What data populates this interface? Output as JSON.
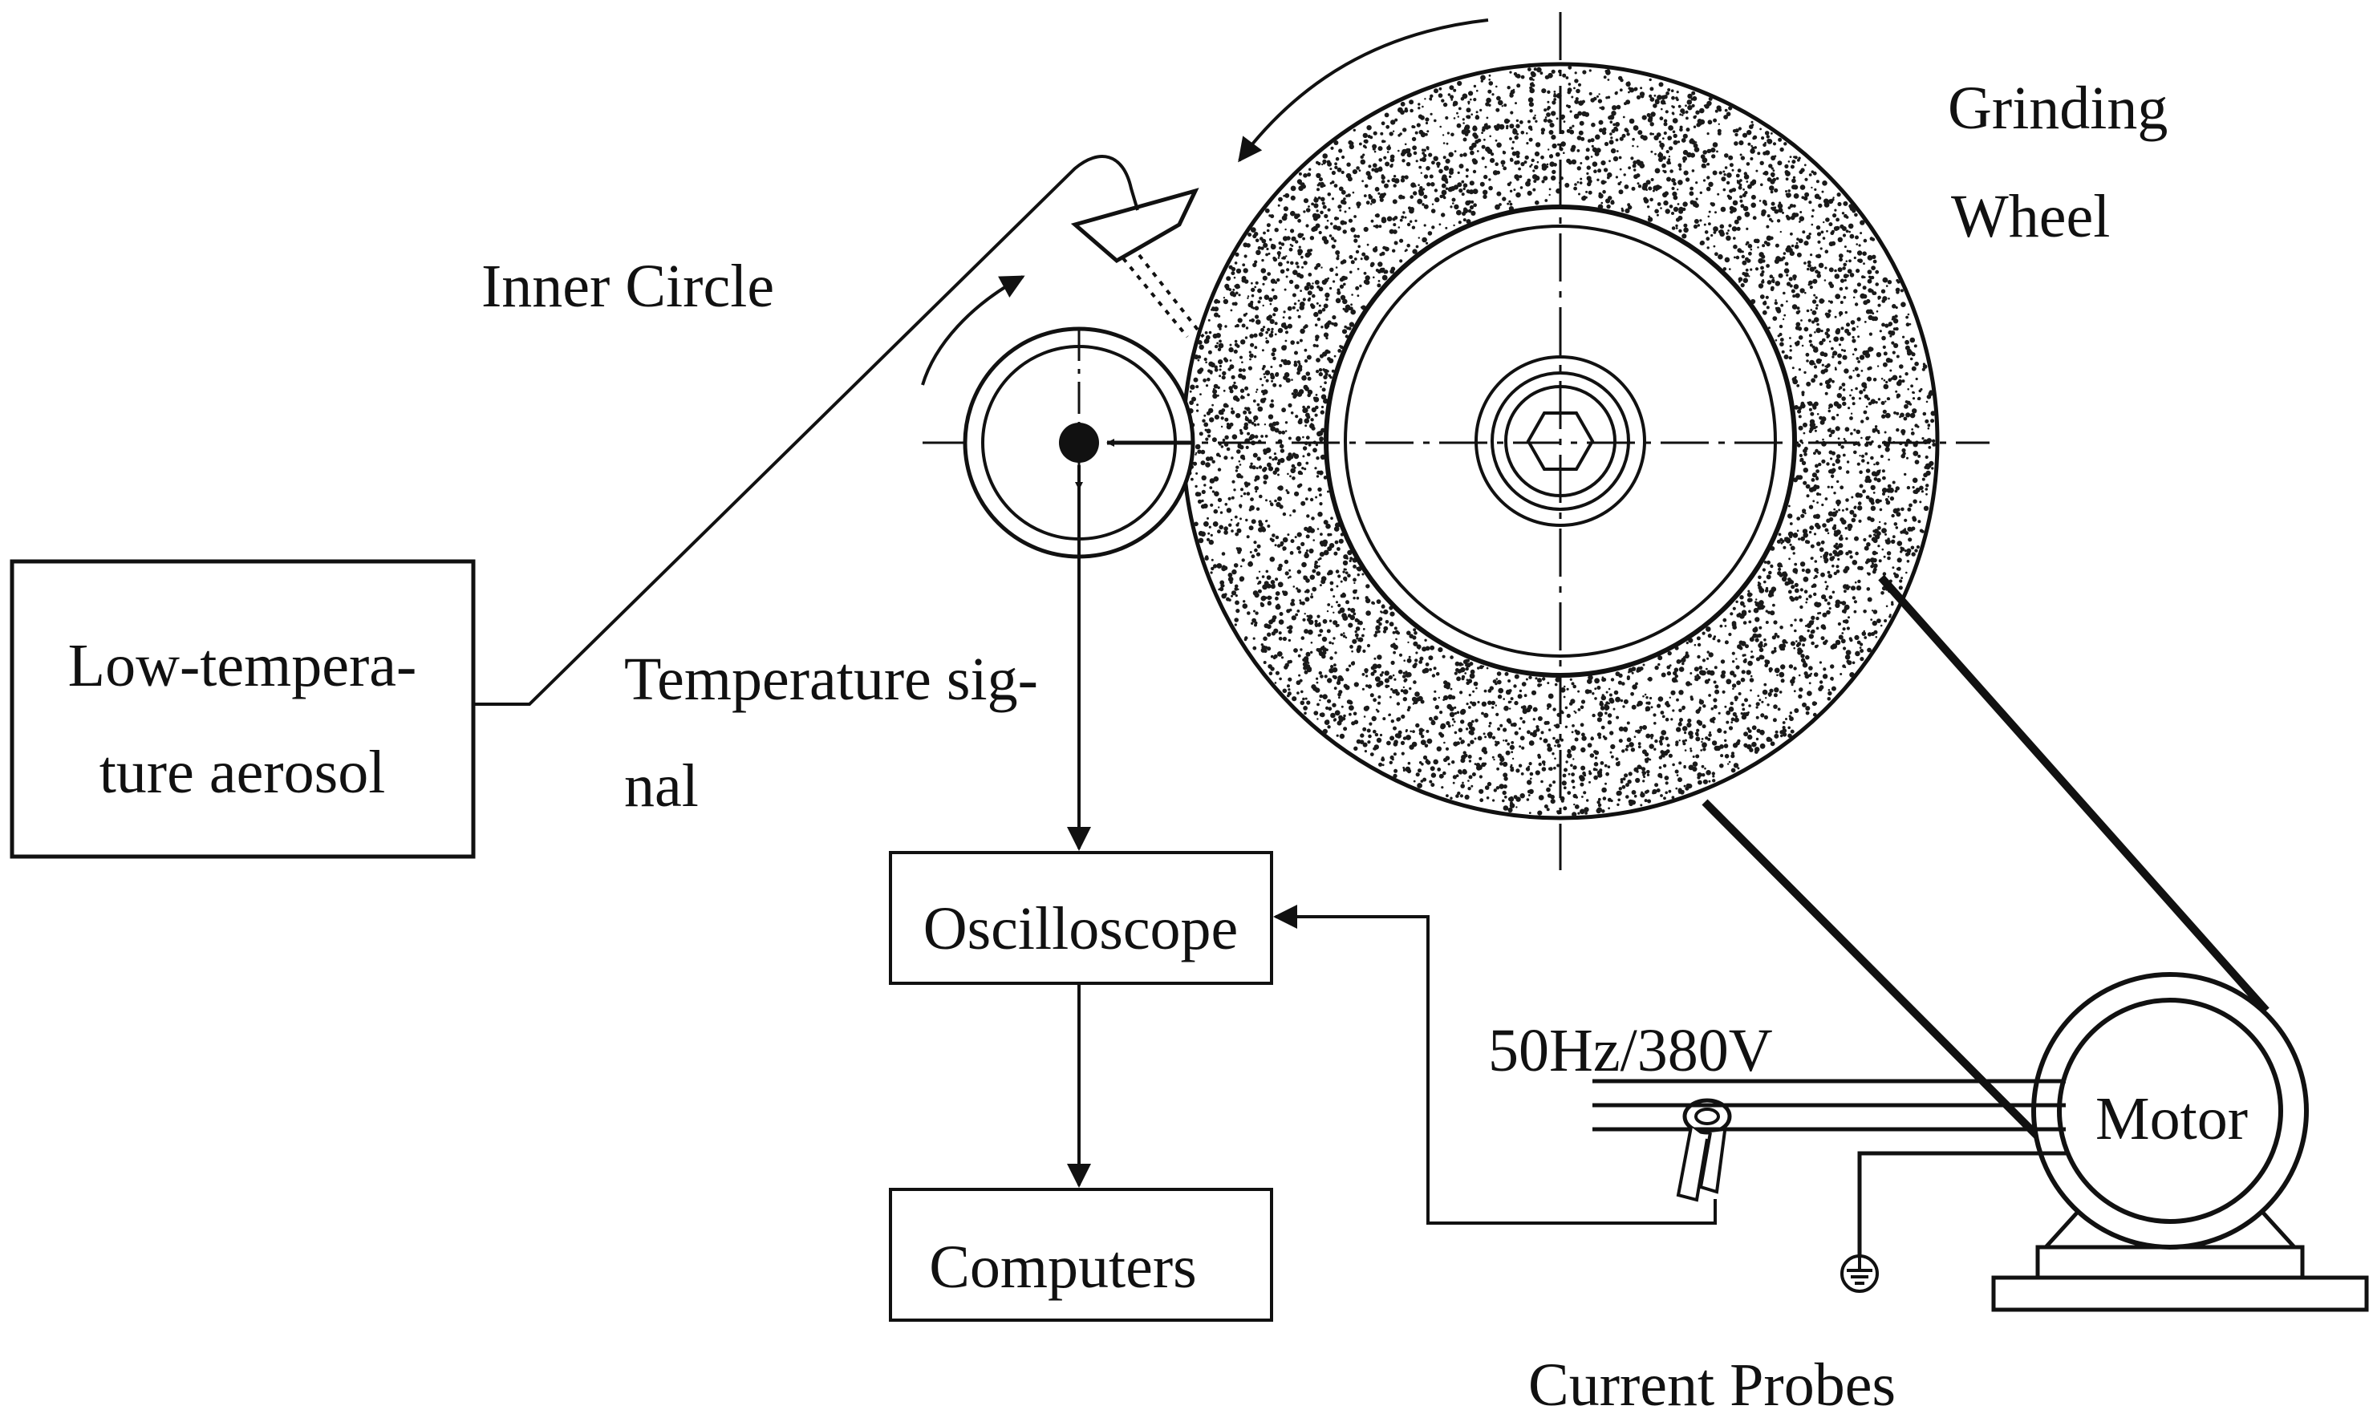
{
  "labels": {
    "grinding_wheel_line1": "Grinding",
    "grinding_wheel_line2": "Wheel",
    "inner_circle": "Inner Circle",
    "aerosol_line1": "Low-tempera-",
    "aerosol_line2": "ture aerosol",
    "temp_signal_line1": "Temperature sig-",
    "temp_signal_line2": "nal",
    "oscilloscope": "Oscilloscope",
    "computers": "Computers",
    "power_supply": "50Hz/380V",
    "motor": "Motor",
    "current_probes": "Current Probes"
  },
  "colors": {
    "line": "#111111",
    "background": "#ffffff",
    "abrasive_dot": "#1a1a1a"
  },
  "icons": [
    "hex-bolt-icon",
    "nozzle-icon",
    "current-clamp-icon",
    "ground-icon"
  ]
}
